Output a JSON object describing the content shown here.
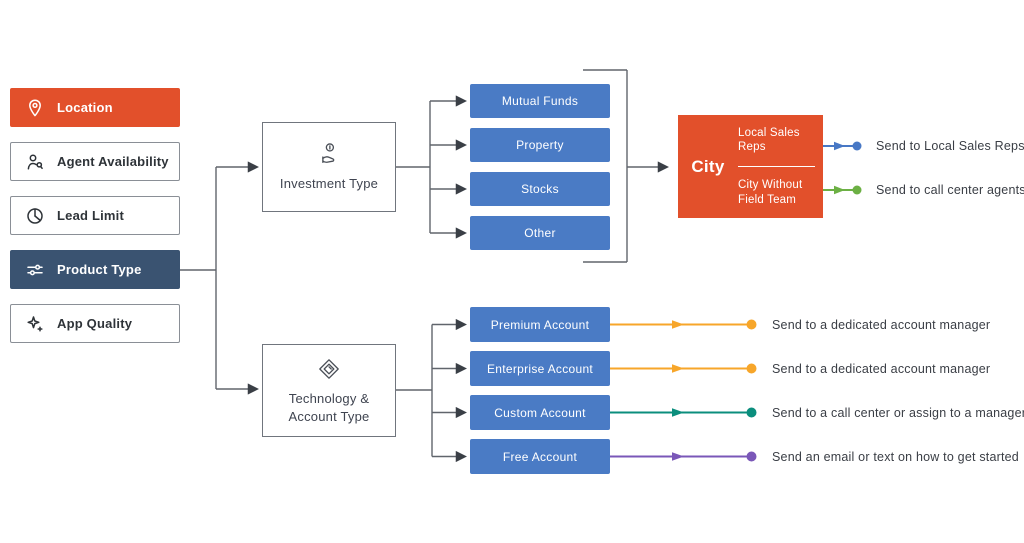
{
  "colors": {
    "orange": "#E2502B",
    "dark_blue": "#3A5371",
    "option_blue": "#4A7BC5",
    "line_gray": "#60656C"
  },
  "sidebar": {
    "items": [
      {
        "label": "Location",
        "icon": "location-pin-icon",
        "variant": "orange"
      },
      {
        "label": "Agent Availability",
        "icon": "agent-search-icon",
        "variant": "plain"
      },
      {
        "label": "Lead Limit",
        "icon": "pie-chart-icon",
        "variant": "plain"
      },
      {
        "label": "Product Type",
        "icon": "sliders-icon",
        "variant": "dark-blue"
      },
      {
        "label": "App Quality",
        "icon": "sparkles-icon",
        "variant": "plain"
      }
    ]
  },
  "flow": {
    "investment_node": {
      "label": "Investment Type",
      "icon": "coin-in-hand-icon"
    },
    "technology_node": {
      "label": "Technology & Account Type",
      "icon": "diamond-module-icon"
    },
    "investment_options": [
      "Mutual Funds",
      "Property",
      "Stocks",
      "Other"
    ],
    "city_node": {
      "label": "City",
      "top_option": "Local Sales Reps",
      "bottom_option": "City Without Field Team"
    },
    "city_outcomes": [
      {
        "text": "Send to Local Sales Reps",
        "color": "#4878C5"
      },
      {
        "text": "Send to call center agents",
        "color": "#6CB044"
      }
    ],
    "account_options": [
      {
        "label": "Premium Account",
        "outcome": "Send to a dedicated account manager",
        "color": "#F7A62A"
      },
      {
        "label": "Enterprise Account",
        "outcome": "Send to a dedicated account manager",
        "color": "#F7A62A"
      },
      {
        "label": "Custom Account",
        "outcome": "Send to a call center or assign to a manager",
        "color": "#0B8E7D"
      },
      {
        "label": "Free Account",
        "outcome": "Send an email or text on how to get started",
        "color": "#7A57B8"
      }
    ]
  }
}
